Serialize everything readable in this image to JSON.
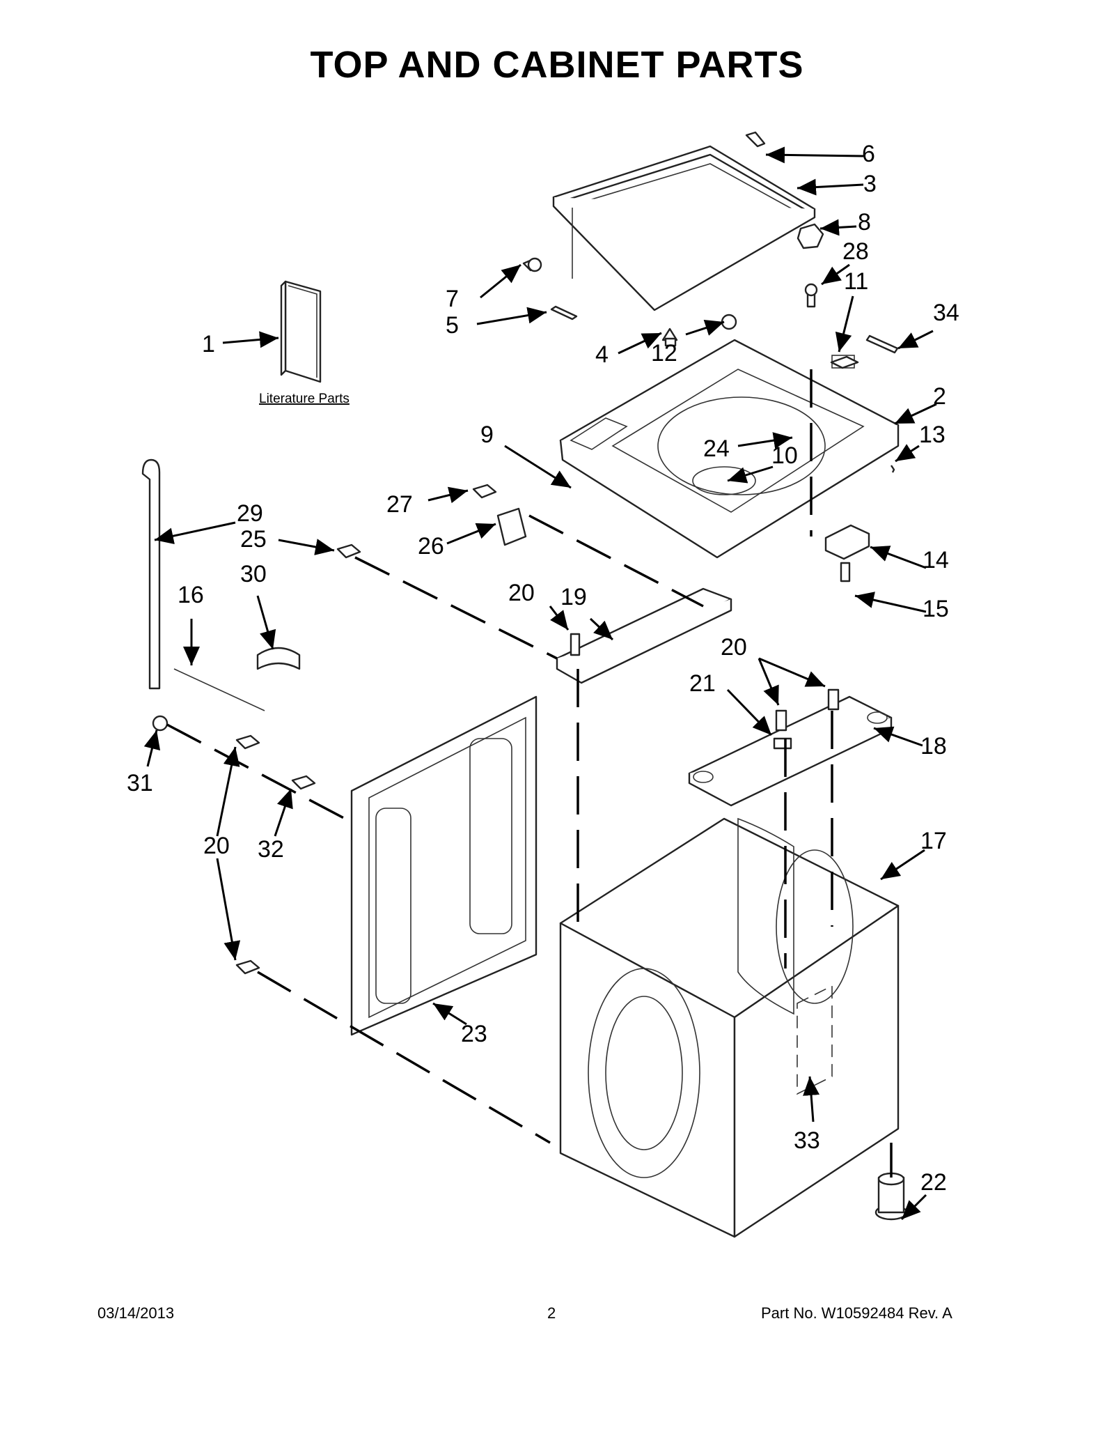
{
  "page": {
    "title": "TOP AND CABINET PARTS",
    "footer_date": "03/14/2013",
    "footer_page": "2",
    "footer_part": "Part No.  W10592484  Rev.  A"
  },
  "diagram": {
    "literature_label": "Literature Parts",
    "callouts": [
      "1",
      "2",
      "3",
      "4",
      "5",
      "6",
      "7",
      "8",
      "9",
      "10",
      "11",
      "12",
      "13",
      "14",
      "15",
      "16",
      "17",
      "18",
      "19",
      "20",
      "20",
      "20",
      "21",
      "22",
      "23",
      "24",
      "25",
      "26",
      "27",
      "28",
      "29",
      "30",
      "31",
      "32",
      "33",
      "34"
    ]
  }
}
